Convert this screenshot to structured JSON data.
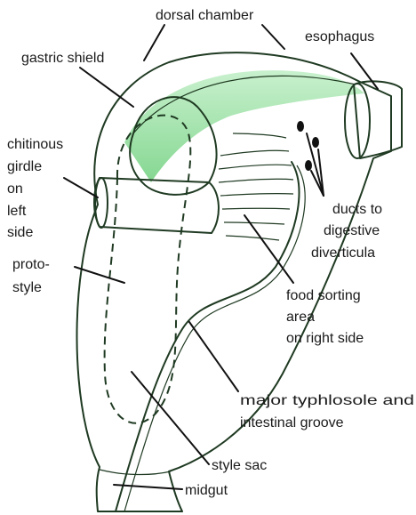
{
  "labels": {
    "dorsal_chamber": "dorsal chamber",
    "esophagus": "esophagus",
    "gastric_shield": "gastric shield",
    "chitinous_girdle": [
      "chitinous",
      "girdle",
      "on",
      "left",
      "side"
    ],
    "ducts": [
      "ducts to",
      "digestive",
      "diverticula"
    ],
    "protostyle": [
      "proto-",
      "style"
    ],
    "food_sorting": [
      "food sorting",
      "area",
      "on right side"
    ],
    "typhlosole": [
      "major typhlosole and",
      "intestinal groove"
    ],
    "style_sac": "style sac",
    "midgut": "midgut"
  },
  "colors": {
    "body_light": "#c9efcd",
    "body_mid": "#7fd88a",
    "body_dark": "#3fb556",
    "outline": "#1f3a22"
  }
}
